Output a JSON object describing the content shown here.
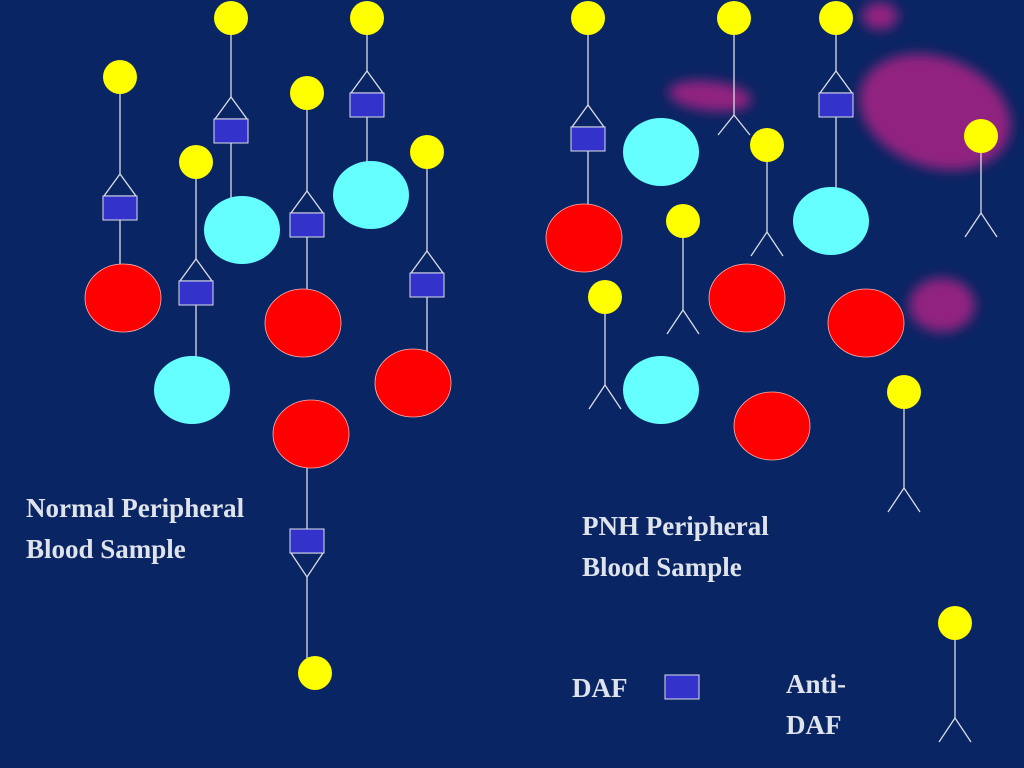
{
  "labels": {
    "normal": [
      "Normal Peripheral",
      "Blood Sample"
    ],
    "pnh": [
      "PNH Peripheral",
      "Blood Sample"
    ],
    "daf_legend": "DAF",
    "anti_daf_legend": [
      "Anti-",
      "DAF"
    ]
  },
  "colors": {
    "background": "#0a2563",
    "red_cell": "#ff0000",
    "white_cell": "#66ffff",
    "daf_square": "#3333cc",
    "antibody_bead": "#ffff00",
    "line": "#d9dde6",
    "blur": "#c0208a"
  }
}
